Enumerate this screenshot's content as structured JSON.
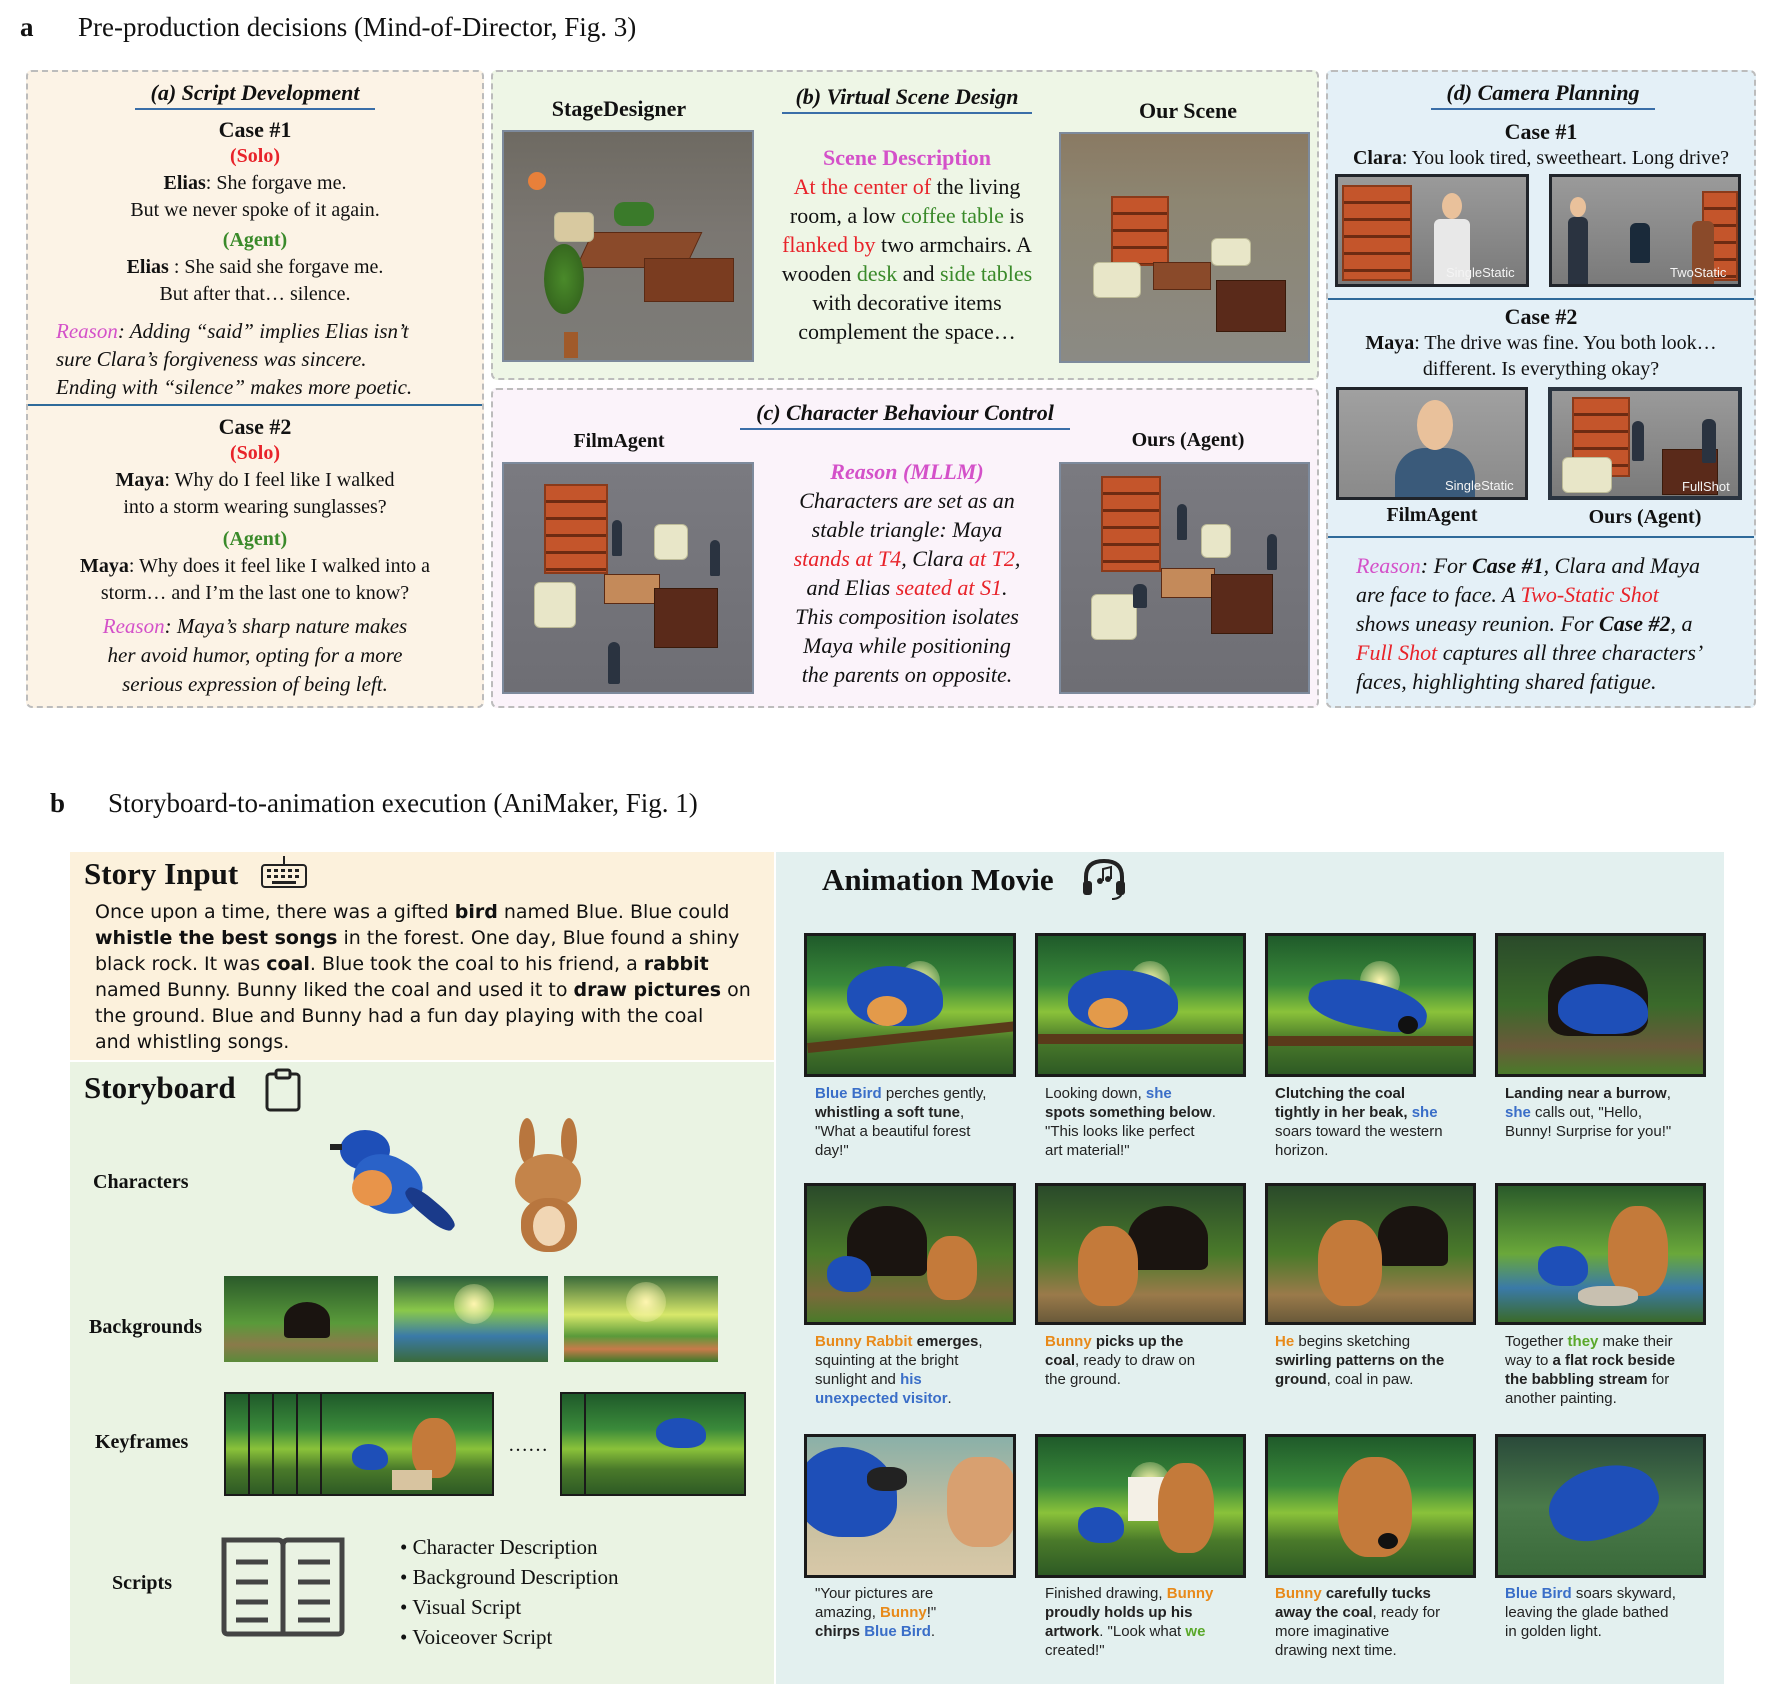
{
  "section_a": {
    "letter": "a",
    "title": "Pre-production decisions (Mind-of-Director, Fig. 3)",
    "panel_a": {
      "title": "(a) Script Development",
      "case1": {
        "heading": "Case #1",
        "solo_tag": "(Solo)",
        "solo_speaker": "Elias",
        "solo_line1": ": She forgave me.",
        "solo_line2": "But we never spoke of it again.",
        "agent_tag": "(Agent)",
        "agent_speaker": "Elias",
        "agent_line1": " : She said she forgave me.",
        "agent_line2": "But after that… silence.",
        "reason_label": "Reason",
        "reason_text1": ": Adding “said” implies Elias isn’t",
        "reason_text2": "sure Clara’s forgiveness was sincere.",
        "reason_text3": "Ending with “silence” makes more poetic."
      },
      "case2": {
        "heading": "Case #2",
        "solo_tag": "(Solo)",
        "solo_speaker": "Maya",
        "solo_line1": ": Why do I feel like I walked",
        "solo_line2": "into a storm wearing sunglasses?",
        "agent_tag": "(Agent)",
        "agent_speaker": "Maya",
        "agent_line1": ": Why does it feel like I walked into a",
        "agent_line2": "storm… and I’m the last one to know?",
        "reason_label": "Reason",
        "reason_text1": ": Maya’s sharp nature makes",
        "reason_text2": "her avoid humor, opting for a more",
        "reason_text3": "serious expression of being left."
      }
    },
    "panel_b": {
      "title": "(b) Virtual Scene Design",
      "left_label": "StageDesigner",
      "right_label": "Our Scene",
      "desc_heading": "Scene Description",
      "d1": "At the center of",
      "d2": " the living",
      "d3": "room, a low ",
      "d4": "coffee table",
      "d5": " is",
      "d6": "flanked by",
      "d7": " two armchairs. A",
      "d8": "wooden ",
      "d9": "desk",
      "d10": " and ",
      "d11": "side tables",
      "d12": "with decorative items",
      "d13": "complement the space…"
    },
    "panel_c": {
      "title": "(c) Character Behaviour Control",
      "left_label": "FilmAgent",
      "right_label": "Ours (Agent)",
      "reason_heading": "Reason (MLLM)",
      "r1": "Characters are set as an",
      "r2": "stable triangle: Maya",
      "r3": "stands at T4",
      "r4": ", Clara ",
      "r5": "at T2",
      "r6": ",",
      "r7": "and Elias ",
      "r8": "seated at S1",
      "r9": ".",
      "r10": "This composition isolates",
      "r11": "Maya while positioning",
      "r12": "the parents on opposite."
    },
    "panel_d": {
      "title": "(d) Camera Planning",
      "case1_heading": "Case #1",
      "case1_speaker": "Clara",
      "case1_line": ": You look tired, sweetheart. Long drive?",
      "cam1a": "SingleStatic",
      "cam1b": "TwoStatic",
      "case2_heading": "Case #2",
      "case2_speaker": "Maya",
      "case2_line1": ": The drive was fine. You both look…",
      "case2_line2": "different. Is everything okay?",
      "cam2a": "SingleStatic",
      "cam2b": "FullShot",
      "left_label": "FilmAgent",
      "right_label": "Ours (Agent)",
      "reason_label": "Reason",
      "r1": ": For ",
      "r2": "Case #1",
      "r3": ", Clara and Maya",
      "r4": "are face to face. A ",
      "r5": "Two-Static Shot",
      "r6": "shows uneasy reunion. For ",
      "r7": "Case #2",
      "r8": ", a",
      "r9": "Full Shot",
      "r10": " captures all three characters’",
      "r11": "faces, highlighting shared fatigue."
    }
  },
  "section_b": {
    "letter": "b",
    "title": "Storyboard-to-animation execution (AniMaker, Fig. 1)",
    "story_input": {
      "heading": "Story Input",
      "s1": "Once upon a time, there was a gifted ",
      "s2": "bird",
      "s3": " named Blue. Blue could",
      "s4": "whistle the best songs",
      "s5": " in the forest. One day, Blue found a shiny",
      "s6": "black rock. It was ",
      "s7": "coal",
      "s8": ". Blue took the coal to his friend, a ",
      "s9": "rabbit",
      "s10": "named Bunny. Bunny liked the coal and used it to ",
      "s11": "draw pictures",
      "s12": " on",
      "s13": "the ground. Blue and Bunny had a fun day playing with the coal",
      "s14": "and whistling songs."
    },
    "storyboard": {
      "heading": "Storyboard",
      "characters": "Characters",
      "backgrounds": "Backgrounds",
      "keyframes": "Keyframes",
      "ellipsis": "……",
      "scripts": "Scripts",
      "bullets": [
        "• Character Description",
        "• Background Description",
        "• Visual Script",
        "• Voiceover Script"
      ]
    },
    "movie": {
      "heading": "Animation Movie",
      "c1": [
        "Blue Bird",
        " perches gently,",
        "whistling a soft tune",
        ",",
        "\"What a beautiful forest",
        "day!\""
      ],
      "c2": [
        "Looking down, ",
        "she",
        "spots something below",
        ".",
        "\"This looks like perfect",
        "art material!\""
      ],
      "c3": [
        "Clutching the coal",
        "tightly in her beak, ",
        "she",
        "soars toward the western",
        "horizon."
      ],
      "c4": [
        "Landing near a burrow",
        ",",
        "she",
        " calls out, \"Hello,",
        "Bunny! Surprise for you!\""
      ],
      "c5": [
        "Bunny Rabbit",
        " emerges",
        ",",
        "squinting at the bright",
        "sunlight and ",
        "his",
        "unexpected visitor",
        "."
      ],
      "c6": [
        "Bunny",
        " picks up the",
        "coal",
        ", ready to draw on",
        "the ground."
      ],
      "c7": [
        "He",
        " begins sketching",
        "swirling patterns on the",
        "ground",
        ", coal in paw."
      ],
      "c8": [
        "Together ",
        "they",
        " make their",
        "way to ",
        "a flat rock beside",
        "the babbling stream",
        " for",
        "another painting."
      ],
      "c9": [
        "\"Your pictures are",
        "amazing, ",
        "Bunny",
        "!\"",
        "chirps ",
        "Blue Bird",
        "."
      ],
      "c10": [
        "Finished drawing, ",
        "Bunny",
        "proudly holds up his",
        "artwork",
        ". \"Look what ",
        "we",
        "created!\""
      ],
      "c11": [
        "Bunny",
        " carefully tucks",
        "away the coal",
        ", ready for",
        "more imaginative",
        "drawing next time."
      ],
      "c12": [
        "Blue Bird",
        " soars skyward,",
        "leaving the glade bathed",
        "in golden light."
      ]
    }
  }
}
